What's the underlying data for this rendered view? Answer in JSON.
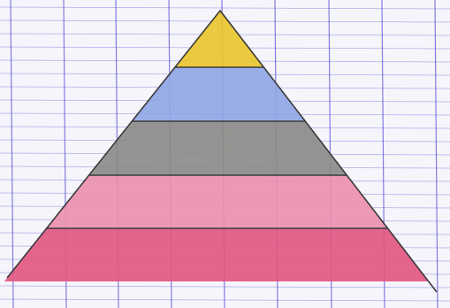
{
  "paper": {
    "kind": "squared-grid-paper",
    "background_color": "#f6f5fb",
    "grid_line_color": "#5b55d9"
  },
  "pyramid": {
    "shape": "triangle",
    "outline_color": "#3a3a3a",
    "tiers": [
      {
        "position": "top",
        "color": "#e9c62a"
      },
      {
        "position": "second",
        "color": "#8fa6e4"
      },
      {
        "position": "middle",
        "color": "#8a8a86"
      },
      {
        "position": "fourth",
        "color": "#ec8fae"
      },
      {
        "position": "bottom",
        "color": "#e2557f"
      }
    ]
  }
}
